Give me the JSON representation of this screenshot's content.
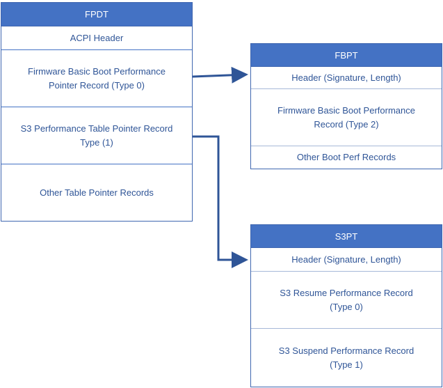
{
  "fpdt": {
    "title": "FPDT",
    "rows": [
      "ACPI Header",
      "Firmware Basic Boot Performance\nPointer Record (Type 0)",
      "S3 Performance Table Pointer Record\nType (1)",
      "Other Table Pointer Records"
    ]
  },
  "fbpt": {
    "title": "FBPT",
    "rows": [
      "Header (Signature, Length)",
      "Firmware Basic Boot Performance\nRecord (Type 2)",
      "Other Boot Perf Records"
    ]
  },
  "s3pt": {
    "title": "S3PT",
    "rows": [
      "Header (Signature, Length)",
      "S3 Resume Performance Record\n(Type 0)",
      "S3 Suspend Performance Record\n(Type 1)"
    ]
  },
  "colors": {
    "header_fill": "#4472c4",
    "header_text": "#ffffff",
    "border": "#4472c4",
    "body_text": "#2f5597",
    "arrow": "#2f5597"
  }
}
